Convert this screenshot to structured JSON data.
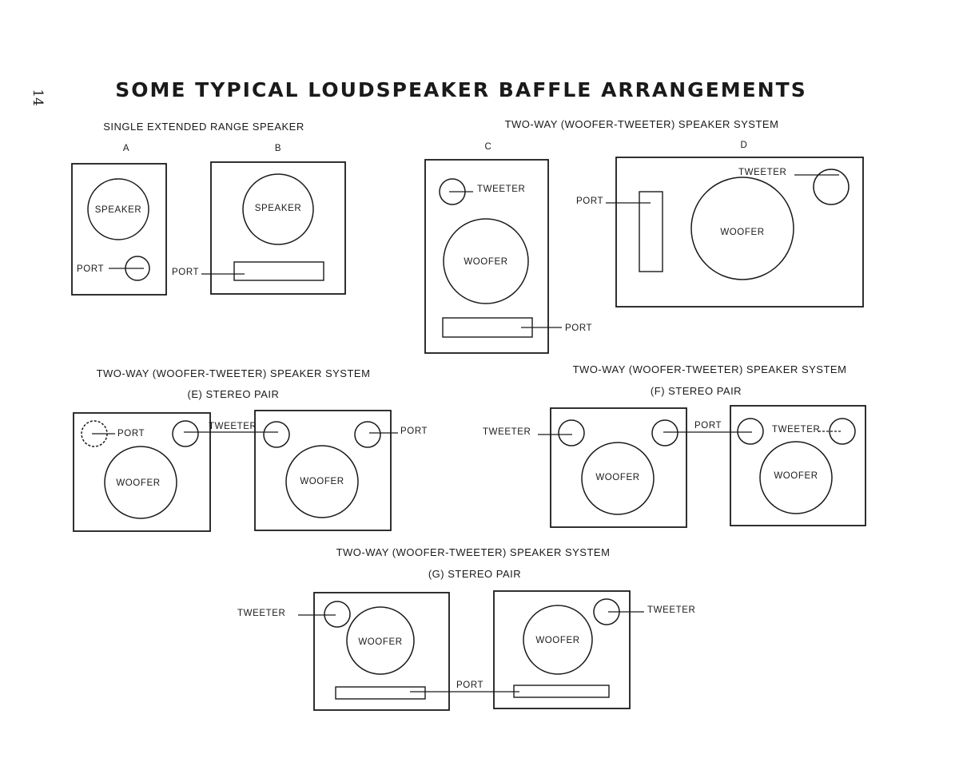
{
  "page_number": "14",
  "title": "SOME TYPICAL LOUDSPEAKER BAFFLE ARRANGEMENTS",
  "sections": {
    "single": "SINGLE EXTENDED RANGE SPEAKER",
    "twoway_top": "TWO-WAY (WOOFER-TWEETER) SPEAKER SYSTEM",
    "twoway_e": "TWO-WAY (WOOFER-TWEETER) SPEAKER SYSTEM",
    "e_sub": "(E) STEREO PAIR",
    "twoway_f": "TWO-WAY (WOOFER-TWEETER) SPEAKER SYSTEM",
    "f_sub": "(F) STEREO PAIR",
    "twoway_g": "TWO-WAY (WOOFER-TWEETER) SPEAKER SYSTEM",
    "g_sub": "(G) STEREO PAIR"
  },
  "letters": {
    "a": "A",
    "b": "B",
    "c": "C",
    "d": "D"
  },
  "labels": {
    "speaker": "SPEAKER",
    "port": "PORT",
    "woofer": "WOOFER",
    "tweeter": "TWEETER"
  }
}
